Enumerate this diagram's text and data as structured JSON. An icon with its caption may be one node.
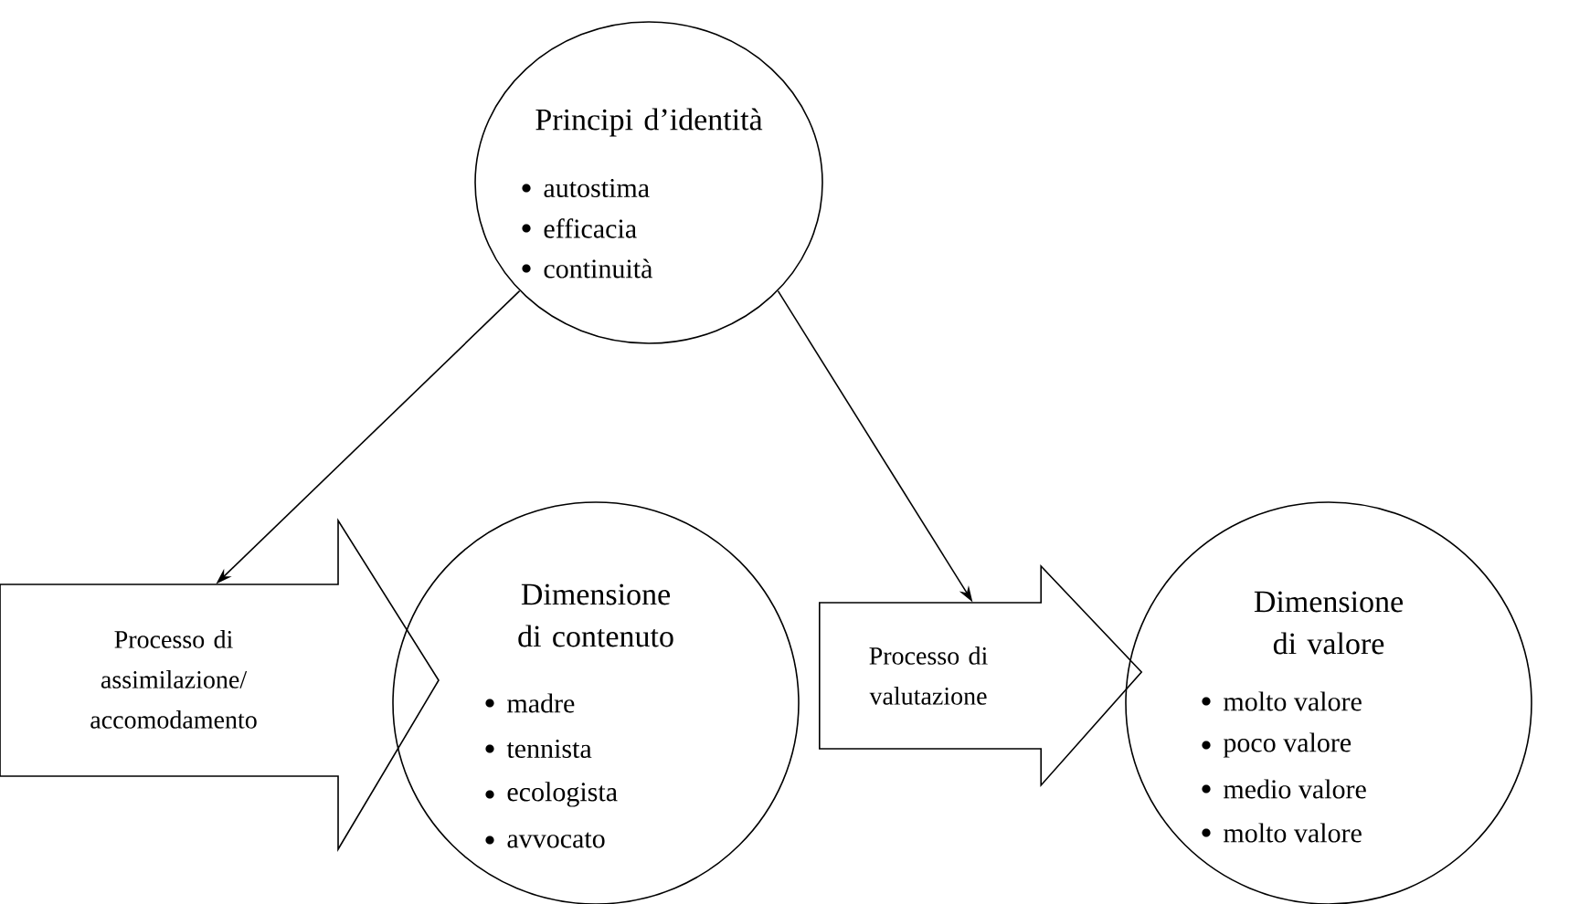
{
  "diagram": {
    "nodes": [
      {
        "text": [
          "Principi d’identità",
          "autostima",
          "efficacia",
          "continuità"
        ]
      },
      {
        "text": [
          "Processo di assimilazione/ accomodamento"
        ]
      },
      {
        "text": [
          "Dimensione di contenuto",
          "madre",
          "tennista",
          "ecologista",
          "avvocato"
        ]
      },
      {
        "text": [
          "Processo di valutazione"
        ]
      },
      {
        "text": [
          "Dimensione di valore",
          "molto valore",
          "poco valore",
          "medio valore",
          "molto valore"
        ]
      }
    ],
    "edges": [
      {
        "from": 0,
        "to": 1,
        "arrow": "to"
      },
      {
        "from": 0,
        "to": 3,
        "arrow": "to"
      },
      {
        "from": 2,
        "to": 4,
        "arrow": "to",
        "style": "thick"
      }
    ]
  }
}
